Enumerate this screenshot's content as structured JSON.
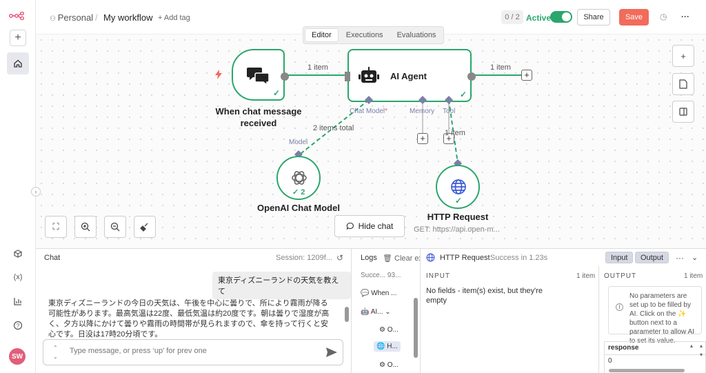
{
  "header": {
    "project": "Personal",
    "separator": "/",
    "workflow_name": "My workflow",
    "add_tag": "+ Add tag",
    "counter": "0 / 2",
    "active_label": "Active",
    "share_label": "Share",
    "save_label": "Save"
  },
  "tabs": [
    "Editor",
    "Executions",
    "Evaluations"
  ],
  "canvas": {
    "trigger_label": [
      "When chat message",
      "received"
    ],
    "agent_label": "AI Agent",
    "edge_trigger_agent": "1 item",
    "edge_agent_out": "1 item",
    "edge_model": "2 items total",
    "edge_tool": "1 item",
    "handle_chat_model": "Chat Model",
    "handle_required": "*",
    "handle_memory": "Memory",
    "handle_tool": "Tool",
    "model_handle": "Model",
    "openai_label": "OpenAI Chat Model",
    "openai_count": "2",
    "http_label": "HTTP Request",
    "http_sub": "GET: https://api.open-m...",
    "hide_chat": "Hide chat"
  },
  "chat": {
    "title": "Chat",
    "session": "Session: 1209f...",
    "user_message": "東京ディズニーランドの天気を教えて",
    "bot_message": "東京ディズニーランドの今日の天気は、午後を中心に曇りで、所により霧雨が降る可能性があります。最高気温は22度、最低気温は約20度です。朝は曇りで湿度が高く、夕方以降にかけて曇りや霧雨の時間帯が見られますので、傘を持って行くと安心です。日没は17時20分頃です。",
    "input_placeholder": "Type message, or press ‘up’ for prev one"
  },
  "logs": {
    "title": "Logs",
    "clear": "Clear exec",
    "status": "Succe...",
    "duration": "93...",
    "items": [
      "When ...",
      "AI...",
      "O...",
      "H...",
      "O..."
    ]
  },
  "detail": {
    "node_name": "HTTP Request",
    "status": "Success in 1.23s",
    "input_pill": "Input",
    "output_pill": "Output",
    "input_head": "INPUT",
    "input_count": "1 item",
    "input_text": "No fields - item(s) exist, but they're empty",
    "output_head": "OUTPUT",
    "output_count": "1 item",
    "info_text_1": "No parameters are set up to be filled by AI. Click on the",
    "info_text_2": "button next to a parameter to allow AI to set its value.",
    "response_col": "response",
    "response_val": "0"
  },
  "user": {
    "initials": "SW"
  },
  "colors": {
    "accent": "#2aa66c",
    "save": "#f26b5b",
    "handle": "#7b7fa6"
  }
}
